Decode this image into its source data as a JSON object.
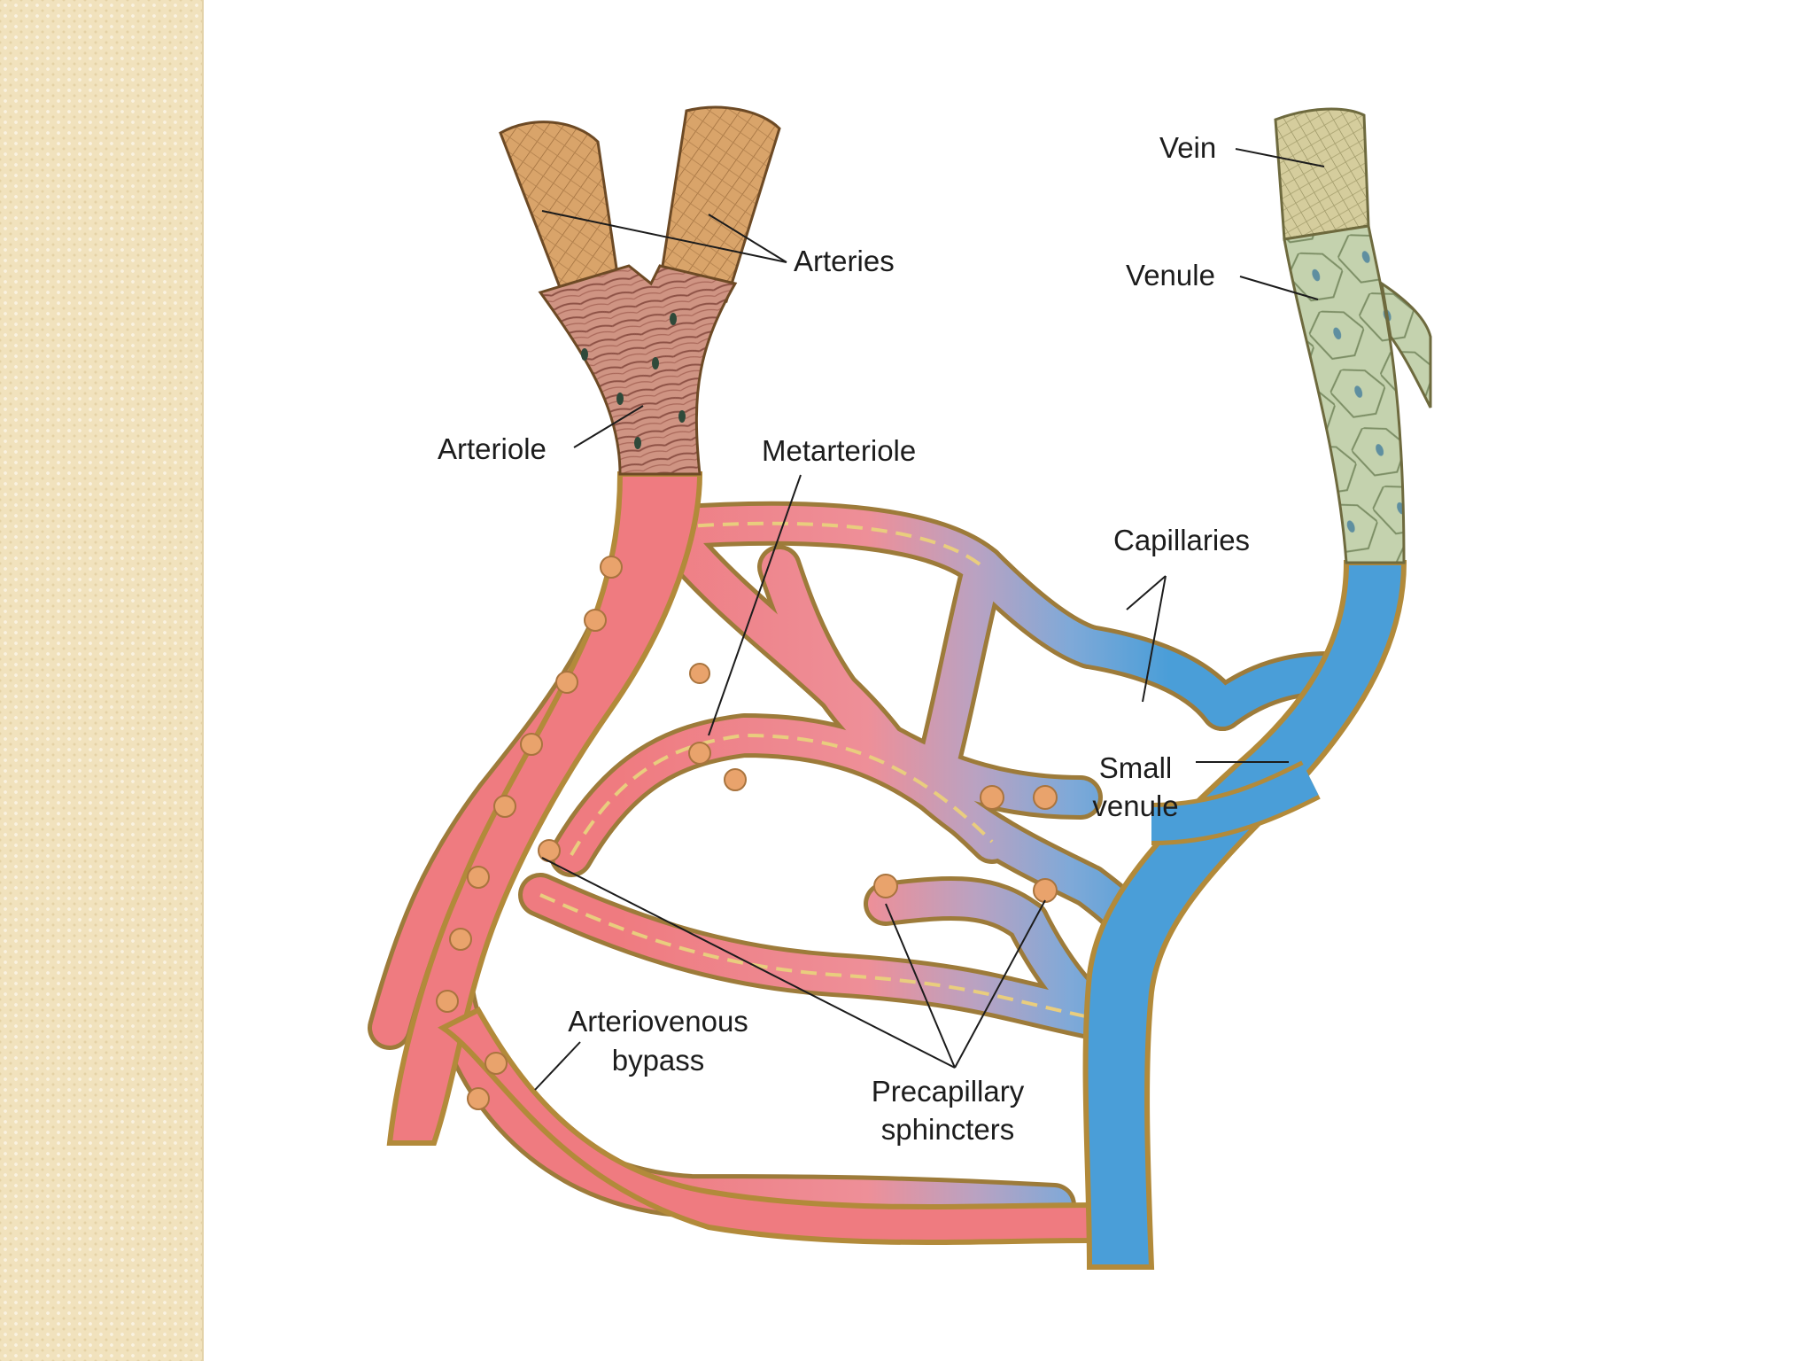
{
  "labels": {
    "vein": "Vein",
    "arteries": "Arteries",
    "venule": "Venule",
    "arteriole": "Arteriole",
    "metarteriole": "Metarteriole",
    "capillaries": "Capillaries",
    "small_venule_1": "Small",
    "small_venule_2": "venule",
    "av_bypass_1": "Arteriovenous",
    "av_bypass_2": "bypass",
    "precap_1": "Precapillary",
    "precap_2": "sphincters"
  },
  "colors": {
    "side_band": "#f1e2bd",
    "artery_blood": "#ef7b80",
    "vein_blood": "#4a9ed8",
    "vessel_wall": "#e6c77a",
    "artery_tissue": "#d9a46a",
    "arteriole_muscle": "#c98a7a",
    "vein_tissue": "#cfc89a",
    "venule_cells": "#bccaa8"
  }
}
